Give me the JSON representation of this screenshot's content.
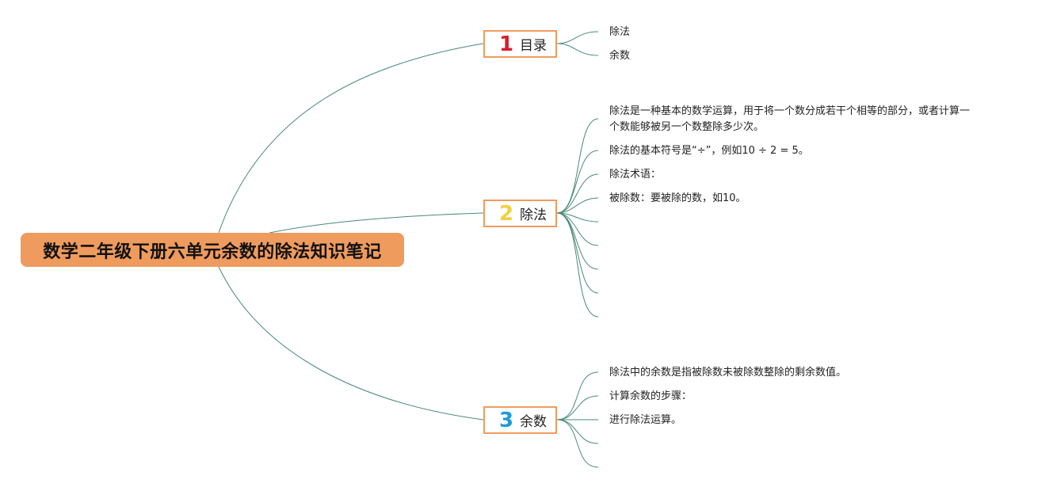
{
  "root": {
    "title": "数学二年级下册六单元余数的除法知识笔记"
  },
  "branches": [
    {
      "number": "1",
      "number_color": "#d61f2c",
      "label": "目录",
      "leaves": [
        "除法",
        "余数"
      ]
    },
    {
      "number": "2",
      "number_color": "#f4cf3d",
      "label": "除法",
      "leaves": [
        "除法是一种基本的数学运算，用于将一个数分成若干个相等的部分，或者计算一",
        "个数能够被另一个数整除多少次。",
        "除法的基本符号是“÷”，例如10 ÷ 2 = 5。",
        "除法术语：",
        "被除数：要被除的数，如10。"
      ]
    },
    {
      "number": "3",
      "number_color": "#1e9bd8",
      "label": "余数",
      "leaves": [
        "除法中的余数是指被除数未被除数整除的剩余数值。",
        "计算余数的步骤：",
        "进行除法运算。"
      ]
    }
  ],
  "colors": {
    "root_fill": "#ef9b5e",
    "branch_border": "#ef9b5e",
    "connector": "#4a8a72"
  }
}
